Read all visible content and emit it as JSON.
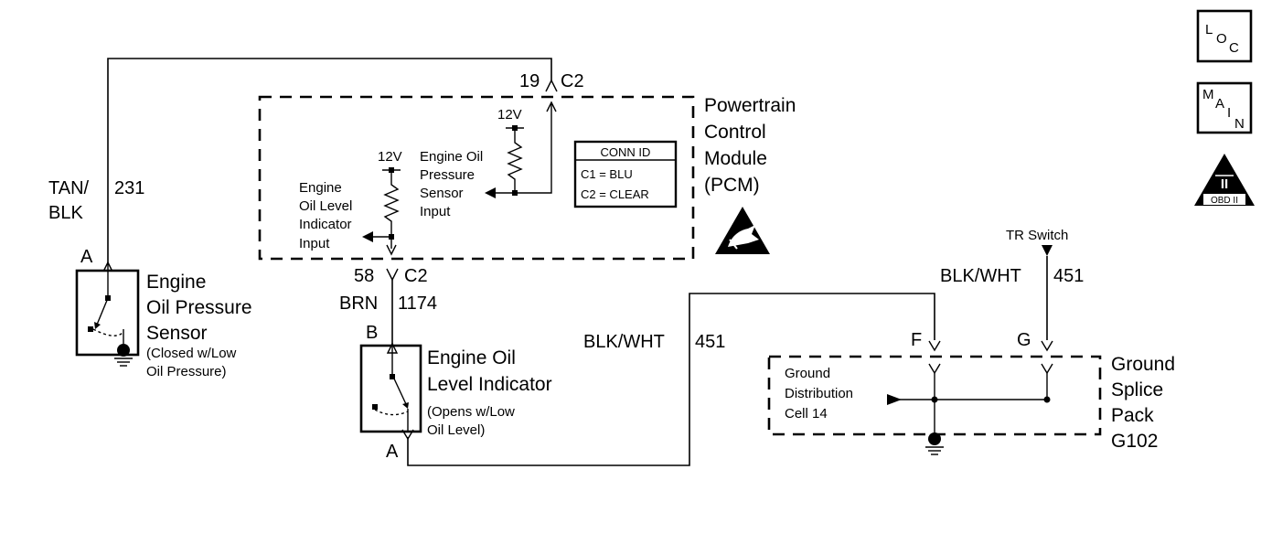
{
  "wires": {
    "sensor_color": [
      "TAN/",
      "BLK"
    ],
    "sensor_circuit": "231",
    "level_color": "BRN",
    "level_circuit": "1174",
    "ground_color": "BLK/WHT",
    "ground_circuit": "451",
    "tr_color": "BLK/WHT",
    "tr_circuit": "451"
  },
  "pcm": {
    "label": [
      "Powertrain",
      "Control",
      "Module",
      "(PCM)"
    ],
    "pin19": "19",
    "pin19_conn": "C2",
    "pin58": "58",
    "pin58_conn": "C2",
    "v12_a": "12V",
    "v12_b": "12V",
    "oil_pressure_input": [
      "Engine Oil",
      "Pressure",
      "Sensor",
      "Input"
    ],
    "oil_level_input": [
      "Engine",
      "Oil Level",
      "Indicator",
      "Input"
    ],
    "conn_id": {
      "title": "CONN ID",
      "c1": "C1 = BLU",
      "c2": "C2 = CLEAR"
    }
  },
  "oil_pressure_sensor": {
    "pin": "A",
    "label": [
      "Engine",
      "Oil Pressure",
      "Sensor"
    ],
    "note": [
      "(Closed w/Low",
      "Oil Pressure)"
    ]
  },
  "oil_level_indicator": {
    "pin_top": "B",
    "pin_bottom": "A",
    "label": [
      "Engine Oil",
      "Level Indicator"
    ],
    "note": [
      "(Opens w/Low",
      "Oil Level)"
    ]
  },
  "ground_splice": {
    "pin_f": "F",
    "pin_g": "G",
    "label": [
      "Ground",
      "Splice",
      "Pack",
      "G102"
    ],
    "cell_label": [
      "Ground",
      "Distribution",
      "Cell 14"
    ]
  },
  "tr_switch": {
    "label": "TR Switch"
  },
  "nav_icons": {
    "loc": [
      "L",
      "O",
      "C"
    ],
    "main": [
      "M",
      "A",
      "I",
      "N"
    ],
    "obd": {
      "numeral": "II",
      "caption": "OBD II"
    }
  }
}
